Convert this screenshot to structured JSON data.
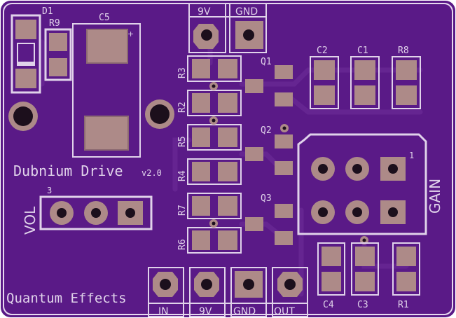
{
  "colors": {
    "board": "#5a1a87",
    "board_dark": "#4a1472",
    "trace": "#64258f",
    "silk": "#e0d2ea",
    "pad": "#ad8a88",
    "pad_edge": "#8c6a72",
    "hole": "#1c0f1c",
    "edge": "#e6d9ef"
  },
  "labels": {
    "d1": "D1",
    "r9": "R9",
    "c5": "C5",
    "plus": "+",
    "r3": "R3",
    "r2": "R2",
    "r5": "R5",
    "r4": "R4",
    "r7": "R7",
    "r6": "R6",
    "q1": "Q1",
    "q2": "Q2",
    "q3": "Q3",
    "c2": "C2",
    "c1": "C1",
    "r8": "R8",
    "c4": "C4",
    "c3": "C3",
    "r1": "R1",
    "gain": "GAIN",
    "gain_pin": "1",
    "vol": "VOL",
    "vol_pin": "3",
    "title": "Dubnium Drive",
    "version": "v2.0",
    "brand": "Quantum Effects",
    "top_9v": "9V",
    "top_gnd": "GND",
    "bot_in": "IN",
    "bot_9v": "9V",
    "bot_gnd": "GND",
    "bot_out": "OUT"
  }
}
